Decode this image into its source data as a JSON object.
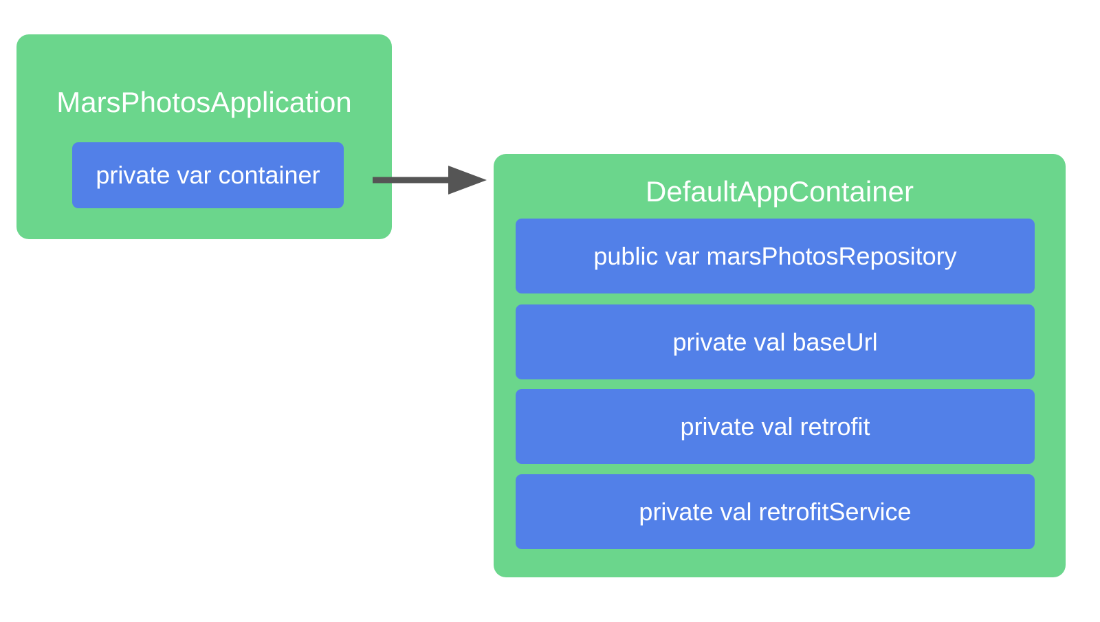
{
  "diagram": {
    "background_color": "#ffffff",
    "class_box_color": "#6BD68C",
    "member_box_color": "#5280E8",
    "text_color": "#ffffff",
    "arrow_color": "#555555",
    "classes": [
      {
        "id": "mars-photos-application",
        "title": "MarsPhotosApplication",
        "members": [
          {
            "label": "private var container"
          }
        ]
      },
      {
        "id": "default-app-container",
        "title": "DefaultAppContainer",
        "members": [
          {
            "label": "public var marsPhotosRepository"
          },
          {
            "label": "private val baseUrl"
          },
          {
            "label": "private val retrofit"
          },
          {
            "label": "private val retrofitService"
          }
        ]
      }
    ],
    "connections": [
      {
        "id": "container-to-default-app-container",
        "from": "private var container",
        "to": "DefaultAppContainer",
        "style": "solid-arrow"
      }
    ]
  }
}
